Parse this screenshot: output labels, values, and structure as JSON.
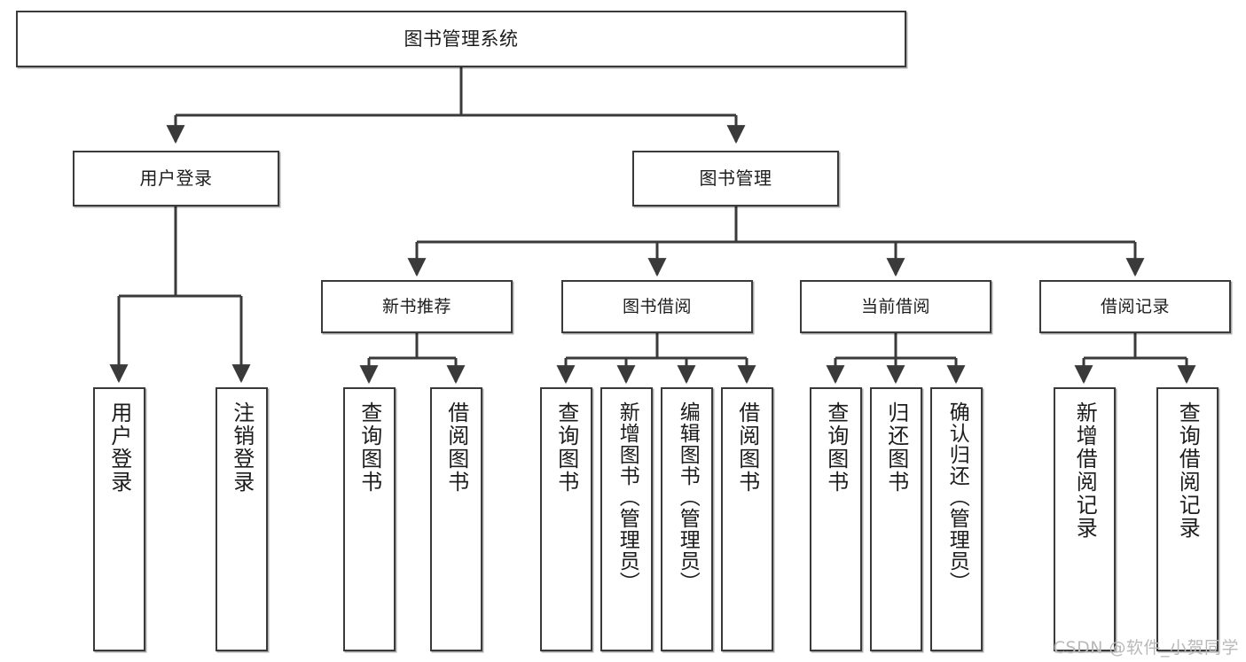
{
  "diagram": {
    "title": "图书管理系统",
    "type": "tree",
    "watermark": "CSDN @软件_小贺同学",
    "style": {
      "box_fill": "#ffffff",
      "box_stroke": "#3a3a3a",
      "edge_color": "#3a3a3a",
      "text_color": "#1c1c1c",
      "watermark_color": "#b9b9b9",
      "background": "#ffffff"
    },
    "nodes": {
      "root": {
        "label": "图书管理系统"
      },
      "level2": [
        {
          "id": "user-login",
          "label": "用户登录"
        },
        {
          "id": "book-manage",
          "label": "图书管理"
        }
      ],
      "level3": [
        {
          "id": "new-book-recommend",
          "label": "新书推荐"
        },
        {
          "id": "book-borrow",
          "label": "图书借阅"
        },
        {
          "id": "current-borrow",
          "label": "当前借阅"
        },
        {
          "id": "borrow-record",
          "label": "借阅记录"
        }
      ],
      "leaves": {
        "user-login": [
          {
            "id": "leaf-user-login",
            "label": "用户登录"
          },
          {
            "id": "leaf-logout-login",
            "label": "注销登录"
          }
        ],
        "new-book-recommend": [
          {
            "id": "leaf-query-book-1",
            "label": "查询图书"
          },
          {
            "id": "leaf-borrow-book-1",
            "label": "借阅图书"
          }
        ],
        "book-borrow": [
          {
            "id": "leaf-query-book-2",
            "label": "查询图书"
          },
          {
            "id": "leaf-add-book",
            "label": "新增图书（管理员）"
          },
          {
            "id": "leaf-edit-book",
            "label": "编辑图书（管理员）"
          },
          {
            "id": "leaf-borrow-book-2",
            "label": "借阅图书"
          }
        ],
        "current-borrow": [
          {
            "id": "leaf-query-book-3",
            "label": "查询图书"
          },
          {
            "id": "leaf-return-book",
            "label": "归还图书"
          },
          {
            "id": "leaf-confirm-return",
            "label": "确认归还（管理员）"
          }
        ],
        "borrow-record": [
          {
            "id": "leaf-add-record",
            "label": "新增借阅记录"
          },
          {
            "id": "leaf-query-record",
            "label": "查询借阅记录"
          }
        ]
      }
    }
  }
}
